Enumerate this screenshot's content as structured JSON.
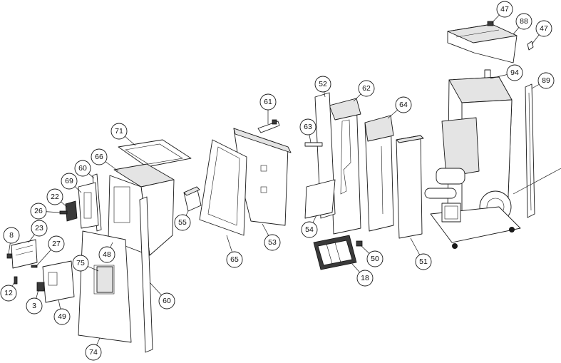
{
  "callouts": [
    {
      "id": "c47a",
      "label": "47"
    },
    {
      "id": "c88",
      "label": "88"
    },
    {
      "id": "c47b",
      "label": "47"
    },
    {
      "id": "c94",
      "label": "94"
    },
    {
      "id": "c89",
      "label": "89"
    },
    {
      "id": "c52",
      "label": "52"
    },
    {
      "id": "c62",
      "label": "62"
    },
    {
      "id": "c64",
      "label": "64"
    },
    {
      "id": "c61",
      "label": "61"
    },
    {
      "id": "c63",
      "label": "63"
    },
    {
      "id": "c71",
      "label": "71"
    },
    {
      "id": "c66",
      "label": "66"
    },
    {
      "id": "c60a",
      "label": "60"
    },
    {
      "id": "c69",
      "label": "69"
    },
    {
      "id": "c22",
      "label": "22"
    },
    {
      "id": "c26",
      "label": "26"
    },
    {
      "id": "c55",
      "label": "55"
    },
    {
      "id": "c65",
      "label": "65"
    },
    {
      "id": "c53",
      "label": "53"
    },
    {
      "id": "c54",
      "label": "54"
    },
    {
      "id": "c50",
      "label": "50"
    },
    {
      "id": "c51",
      "label": "51"
    },
    {
      "id": "c18",
      "label": "18"
    },
    {
      "id": "c8",
      "label": "8"
    },
    {
      "id": "c23",
      "label": "23"
    },
    {
      "id": "c27",
      "label": "27"
    },
    {
      "id": "c48",
      "label": "48"
    },
    {
      "id": "c75",
      "label": "75"
    },
    {
      "id": "c12",
      "label": "12"
    },
    {
      "id": "c3",
      "label": "3"
    },
    {
      "id": "c49",
      "label": "49"
    },
    {
      "id": "c60b",
      "label": "60"
    },
    {
      "id": "c74",
      "label": "74"
    }
  ]
}
